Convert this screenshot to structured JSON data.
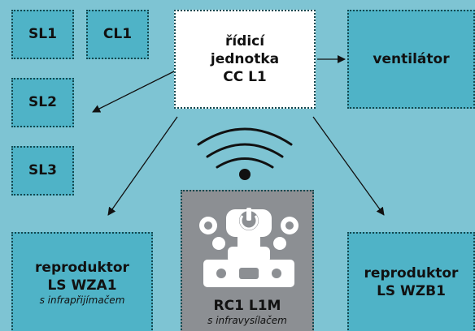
{
  "boxes": {
    "sl1": {
      "label": "SL1"
    },
    "cl1": {
      "label": "CL1"
    },
    "sl2": {
      "label": "SL2"
    },
    "sl3": {
      "label": "SL3"
    },
    "control": {
      "line1": "řídicí",
      "line2": "jednotka",
      "line3": "CC L1"
    },
    "fan": {
      "label": "ventilátor"
    },
    "speaker_a": {
      "line1": "reproduktor",
      "line2": "LS WZA1",
      "sub": "s infrapřijímačem"
    },
    "remote": {
      "label": "RC1 L1M",
      "sub": "s infravysílačem"
    },
    "speaker_b": {
      "line1": "reproduktor",
      "line2": "LS WZB1"
    }
  },
  "icons": [
    "wireless-signal-icon",
    "robot-remote-icon"
  ],
  "colors": {
    "background": "#7ec4d3",
    "box": "#4fb3c7",
    "control_box": "#ffffff",
    "remote_box": "#8c8f93",
    "border": "#14484f"
  }
}
